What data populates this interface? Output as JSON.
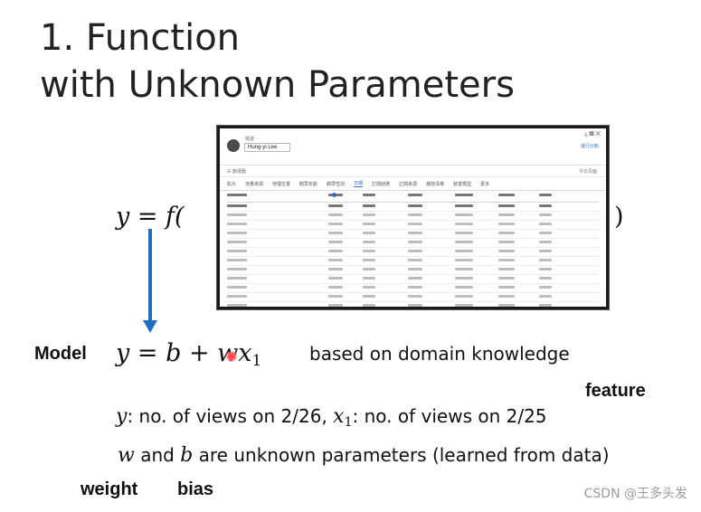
{
  "title": {
    "line1": "1. Function",
    "line2": "with Unknown Parameters"
  },
  "function_eq": {
    "lhs": "y = f(",
    "rparen": ")"
  },
  "model": {
    "label": "Model",
    "eq_y": "y",
    "eq_equals": " = ",
    "eq_b": "b",
    "eq_plus": " + ",
    "eq_w": "w",
    "eq_x": "x",
    "eq_sub": "1",
    "note": "based on domain knowledge"
  },
  "labels": {
    "feature": "feature",
    "weight": "weight",
    "bias": "bias"
  },
  "definitions": {
    "y_var": "y",
    "y_text": ": no. of views on 2/26, ",
    "x_var": "x",
    "x_sub": "1",
    "x_text": ": no. of views on 2/25",
    "w_var": "w",
    "w_and": " and ",
    "b_var": "b",
    "params_text": " are unknown parameters (learned from data)"
  },
  "screenshot": {
    "channel_small": "頻道",
    "channel_name": "Hung-yi Lee",
    "blue_link": "進行比較",
    "row2_left": "☰  篩選器",
    "row2_right": "今日頁面",
    "tabs": [
      "影片",
      "流量來源",
      "地理位置",
      "觀眾年齡",
      "觀眾性別",
      "日期",
      "訂閱狀態",
      "訂閱來源",
      "播放清單",
      "裝置類型",
      "更多"
    ],
    "active_tab": "日期"
  },
  "watermark": "CSDN @王多头发"
}
